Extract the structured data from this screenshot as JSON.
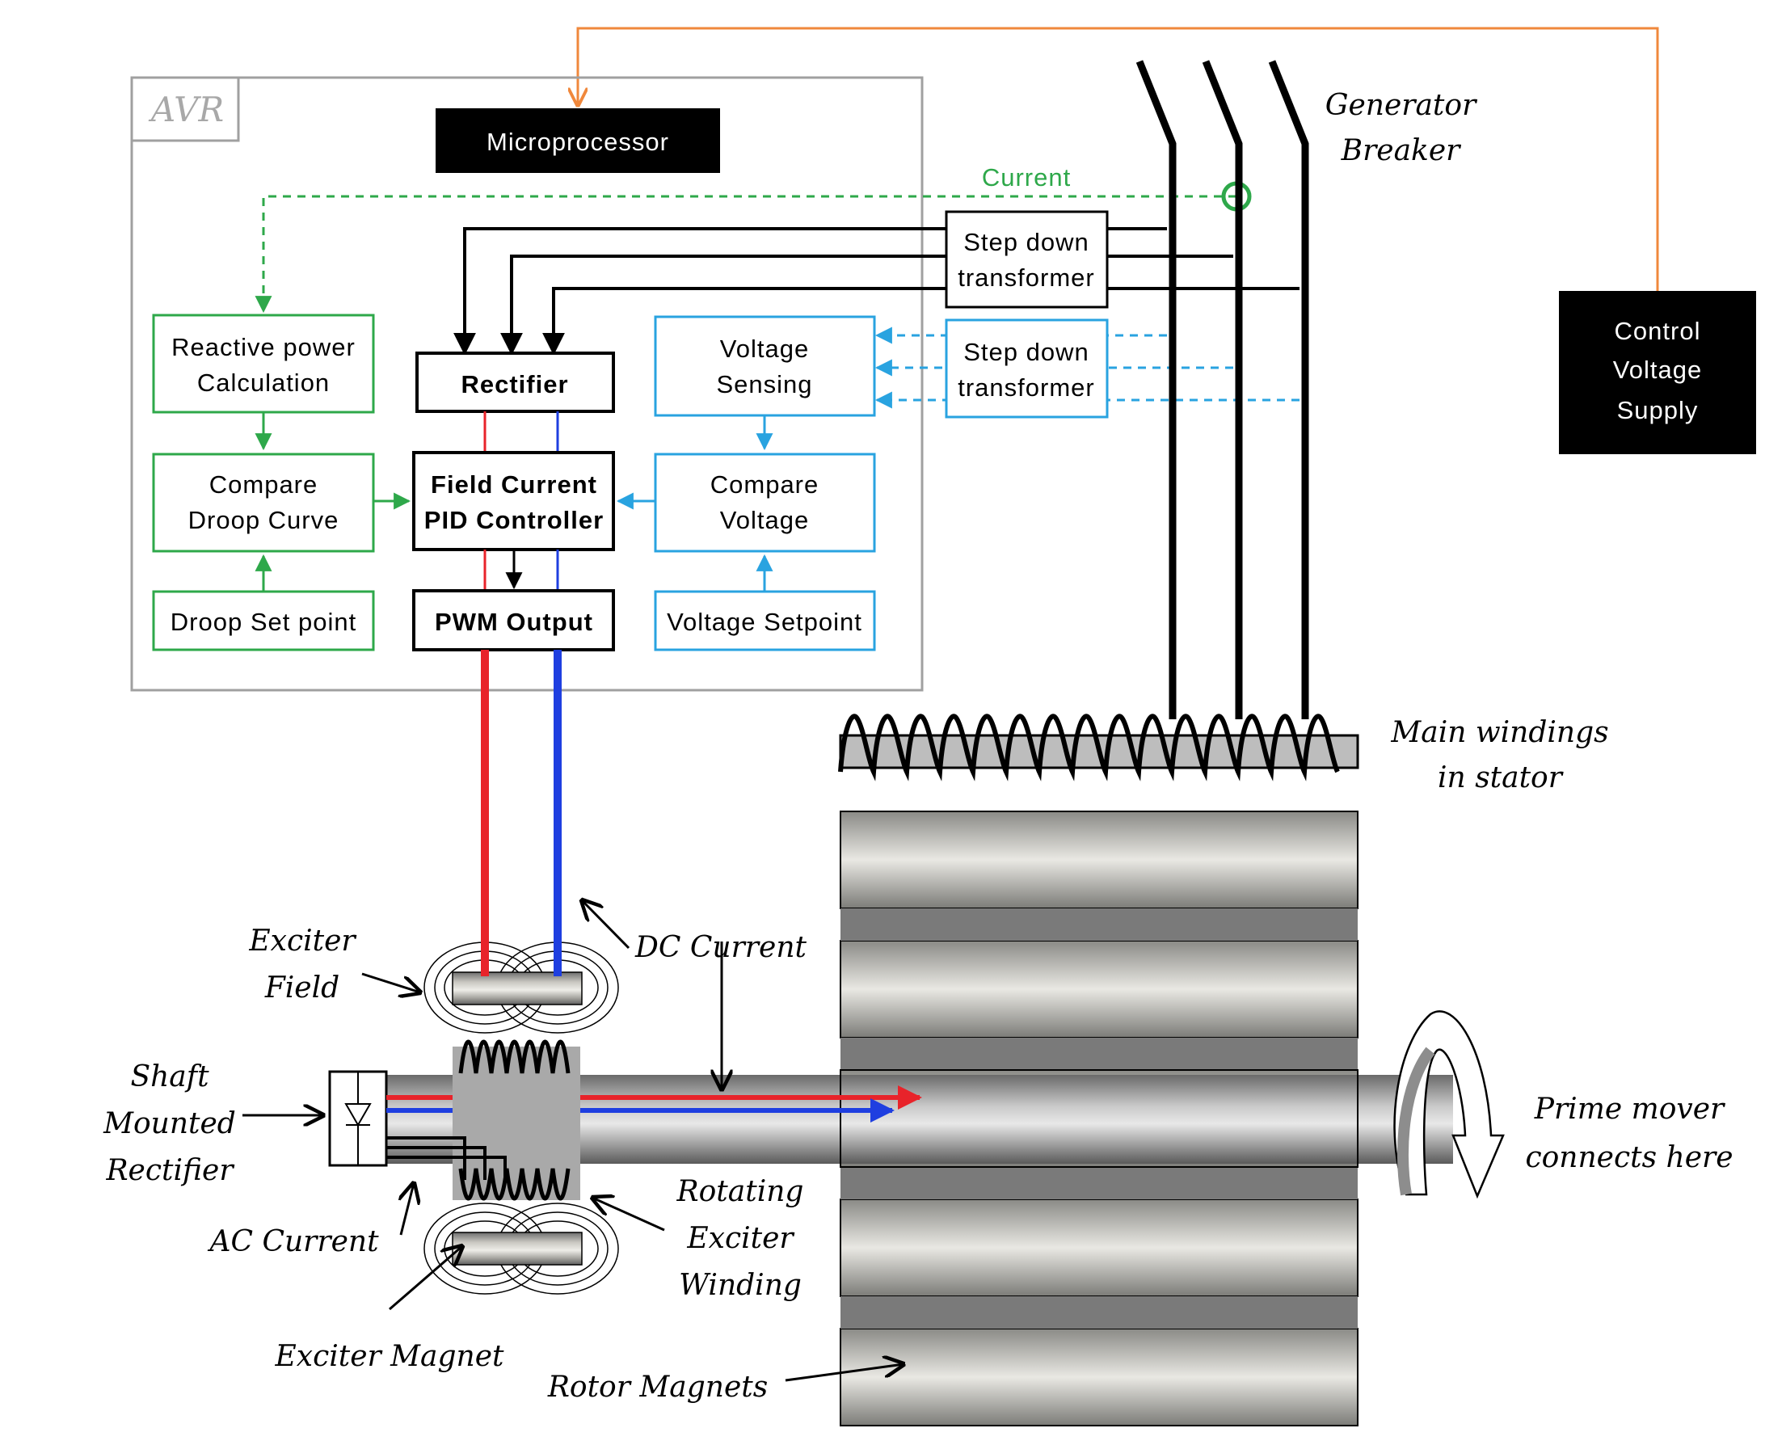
{
  "avr": {
    "label": "AVR",
    "microprocessor": "Microprocessor",
    "rectifier": "Rectifier",
    "field_pid": [
      "Field Current",
      "PID Controller"
    ],
    "pwm": "PWM Output",
    "reactive": [
      "Reactive power",
      "Calculation"
    ],
    "compare_droop": [
      "Compare",
      "Droop Curve"
    ],
    "droop_setpoint": "Droop Set point",
    "voltage_sensing": [
      "Voltage",
      "Sensing"
    ],
    "compare_voltage": [
      "Compare",
      "Voltage"
    ],
    "voltage_setpoint": "Voltage Setpoint"
  },
  "signals": {
    "current": "Current"
  },
  "transformers": {
    "top": [
      "Step down",
      "transformer"
    ],
    "bottom": [
      "Step down",
      "transformer"
    ]
  },
  "control_supply": [
    "Control",
    "Voltage",
    "Supply"
  ],
  "annotations": {
    "generator_breaker": [
      "Generator",
      "Breaker"
    ],
    "main_windings": [
      "Main windings",
      "in stator"
    ],
    "exciter_field": [
      "Exciter",
      "Field"
    ],
    "dc_current": "DC Current",
    "shaft_rectifier": [
      "Shaft",
      "Mounted",
      "Rectifier"
    ],
    "ac_current": "AC Current",
    "rotating_winding": [
      "Rotating",
      "Exciter",
      "Winding"
    ],
    "exciter_magnet": "Exciter Magnet",
    "rotor_magnets": "Rotor Magnets",
    "prime_mover": [
      "Prime mover",
      "connects here"
    ]
  },
  "colors": {
    "green": "#2ea84a",
    "cyan": "#29a3e0",
    "orange": "#f0883c",
    "red": "#e8232a",
    "blue": "#1f3fe0"
  }
}
